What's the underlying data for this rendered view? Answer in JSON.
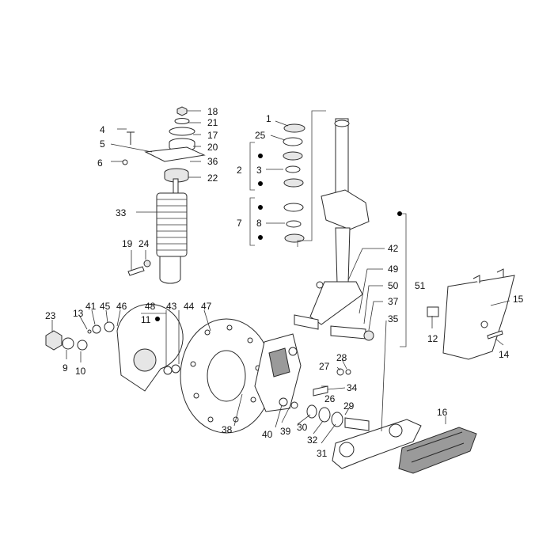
{
  "callouts": [
    "1",
    "2",
    "3",
    "4",
    "5",
    "6",
    "7",
    "8",
    "9",
    "10",
    "11",
    "12",
    "13",
    "14",
    "15",
    "16",
    "17",
    "18",
    "19",
    "20",
    "21",
    "22",
    "23",
    "24",
    "25",
    "26",
    "27",
    "28",
    "29",
    "30",
    "31",
    "32",
    "33",
    "34",
    "35",
    "36",
    "37",
    "38",
    "39",
    "40",
    "41",
    "42",
    "43",
    "44",
    "45",
    "46",
    "47",
    "48",
    "49",
    "50",
    "51"
  ]
}
